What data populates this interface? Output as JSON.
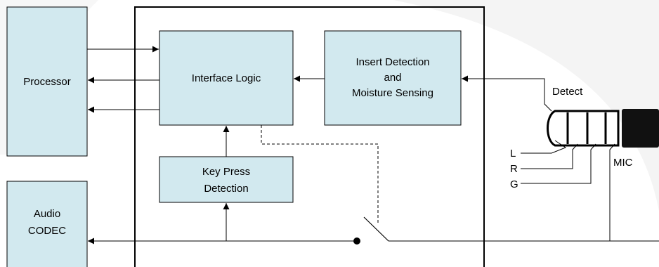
{
  "colors": {
    "block_fill": "#d2e9ef",
    "stroke": "#000000",
    "background": "#ffffff",
    "watermark": "#f3f3f3",
    "plug_tip": "#111111"
  },
  "blocks": {
    "processor": "Processor",
    "audio_codec_line1": "Audio",
    "audio_codec_line2": "CODEC",
    "interface_logic": "Interface Logic",
    "insert_detection_line1": "Insert Detection",
    "insert_detection_line2": "and",
    "insert_detection_line3": "Moisture Sensing",
    "key_press_line1": "Key Press",
    "key_press_line2": "Detection"
  },
  "jack": {
    "detect": "Detect",
    "left": "L",
    "right": "R",
    "ground": "G",
    "mic": "MIC"
  }
}
